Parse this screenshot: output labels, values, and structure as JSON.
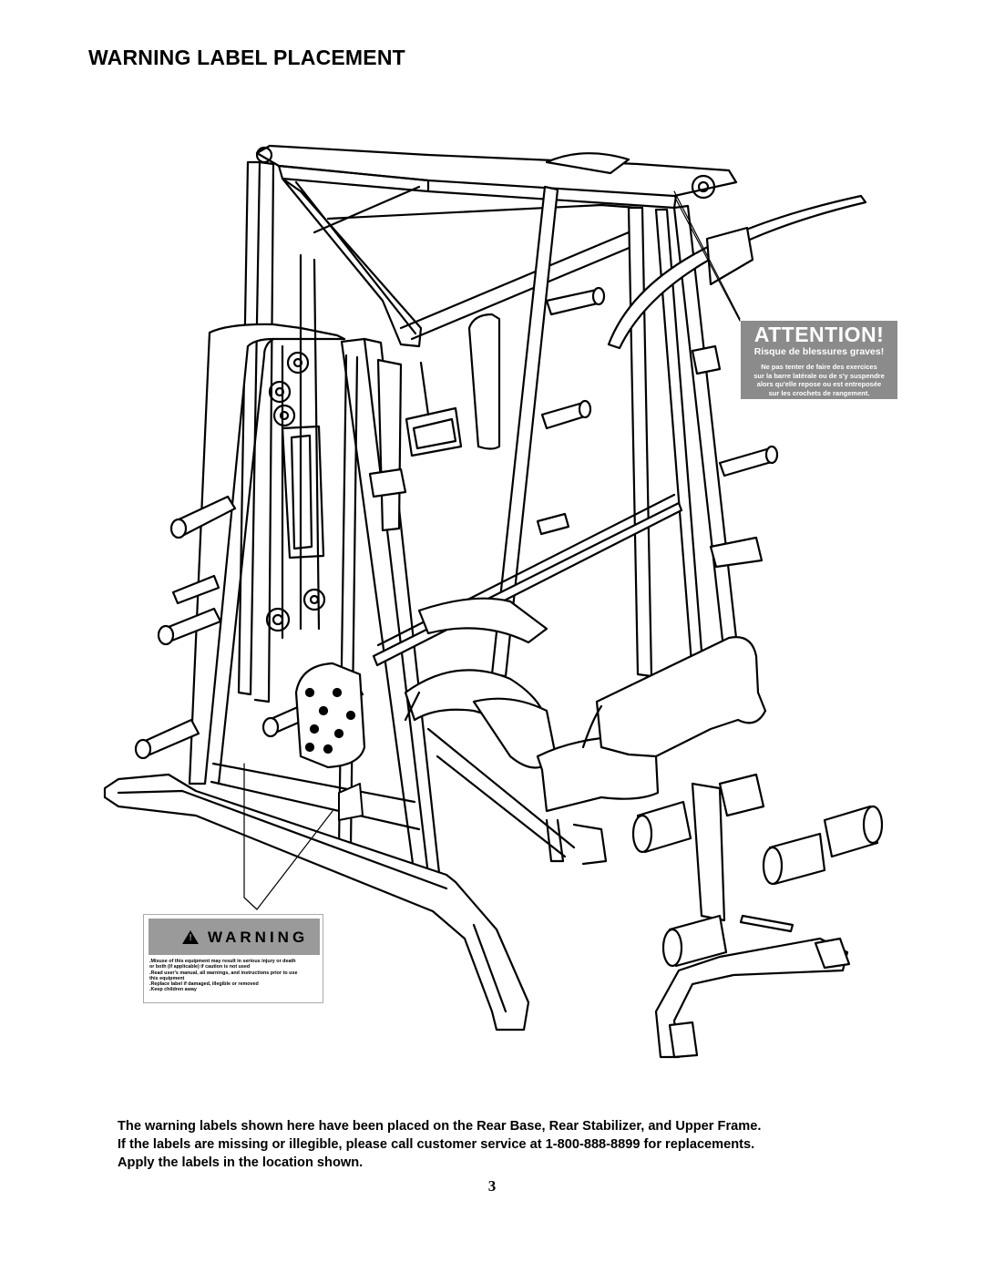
{
  "page": {
    "title": "WARNING LABEL PLACEMENT",
    "page_number": "3"
  },
  "illustration": {
    "subject": "gym-machine-line-drawing"
  },
  "attention_label": {
    "title": "ATTENTION!",
    "subtitle": "Risque de blessures graves!",
    "lines": [
      "Ne pas tenter de faire des exercices",
      "sur la barre latérale ou de s'y suspendre",
      "alors qu'elle repose ou est entreposée",
      "sur les crochets de rangement."
    ],
    "background": "#8b8b8b"
  },
  "warning_label": {
    "title": "WARNING",
    "items": [
      ".Misuse of this equipment may result in serious injury or death",
      " or both (if applicable) if caution is not used",
      ".Read user's manual, all warnings, and instructions prior to use",
      " this equipment",
      ".Replace label if damaged, illegible or removed",
      ".Keep children away"
    ],
    "header_color": "#9a9a9a"
  },
  "footer": {
    "lines": [
      "The warning labels shown here have been placed on the Rear Base, Rear Stabilizer, and Upper Frame.",
      "If the labels are missing or illegible, please call customer service at 1-800-888-8899 for replacements.",
      "Apply the labels in the location shown."
    ]
  }
}
